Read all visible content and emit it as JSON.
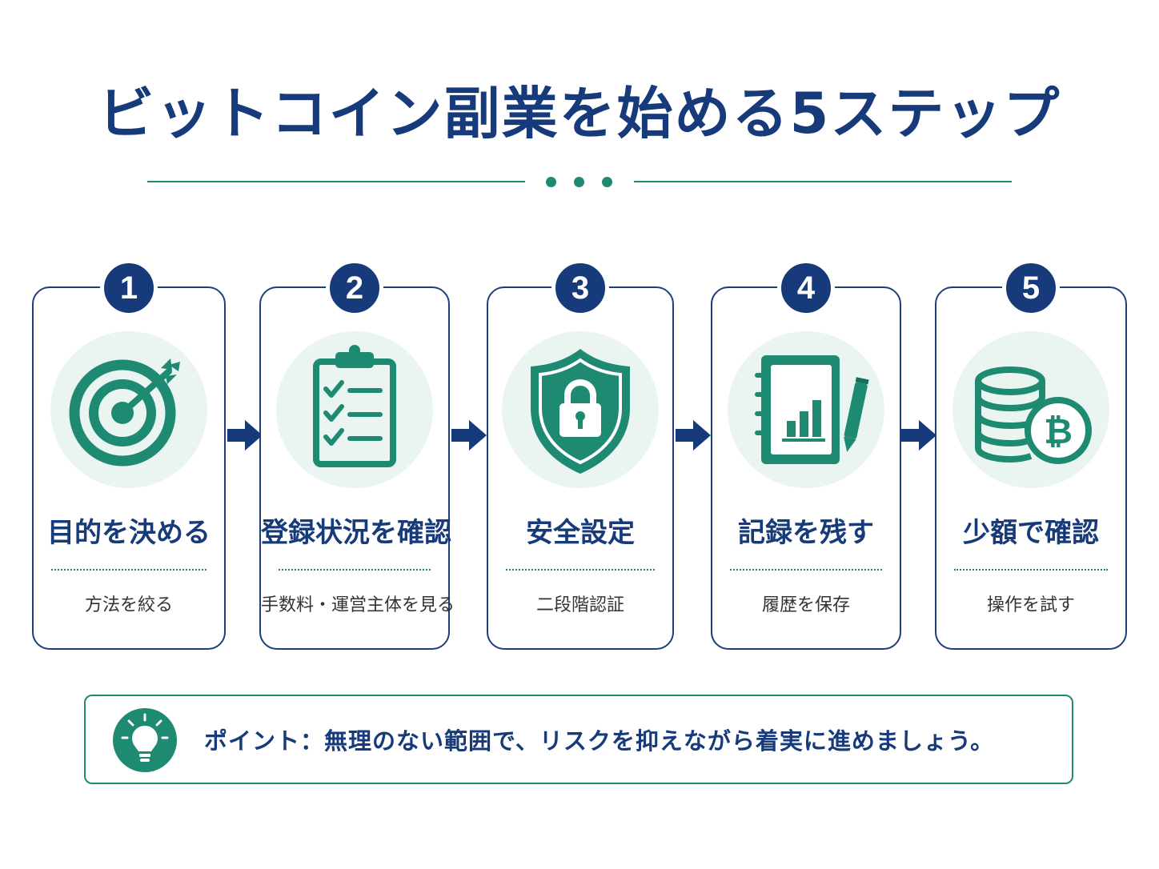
{
  "title": "ビットコイン副業を始める5ステップ",
  "colors": {
    "navy": "#173b7a",
    "teal": "#1f8a72",
    "icon_bg": "#eaf4f1"
  },
  "steps": [
    {
      "number": "1",
      "title": "目的を決める",
      "subtitle": "方法を絞る",
      "icon": "target-icon"
    },
    {
      "number": "2",
      "title": "登録状況を確認",
      "subtitle": "手数料・運営主体を見る",
      "icon": "clipboard-checklist-icon"
    },
    {
      "number": "3",
      "title": "安全設定",
      "subtitle": "二段階認証",
      "icon": "shield-lock-icon"
    },
    {
      "number": "4",
      "title": "記録を残す",
      "subtitle": "履歴を保存",
      "icon": "notebook-chart-icon"
    },
    {
      "number": "5",
      "title": "少額で確認",
      "subtitle": "操作を試す",
      "icon": "coins-bitcoin-icon"
    }
  ],
  "tip": {
    "text": "ポイント：無理のない範囲で、リスクを抑えながら着実に進めましょう。",
    "icon": "lightbulb-icon"
  }
}
